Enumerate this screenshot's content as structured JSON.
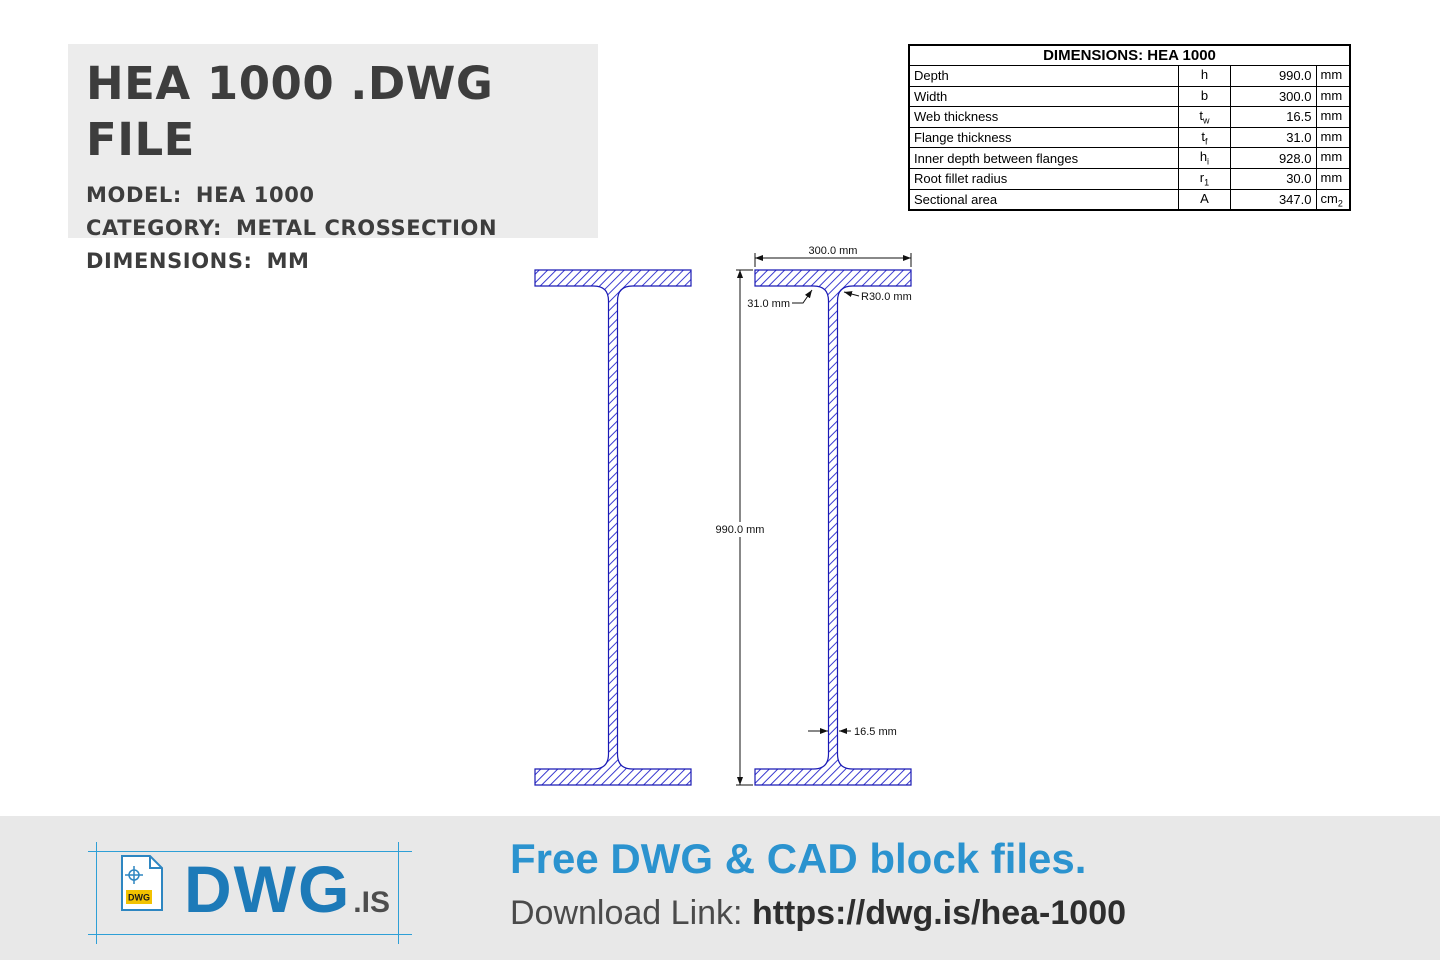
{
  "header": {
    "title": "HEA 1000 .DWG FILE",
    "model_label": "MODEL:",
    "model_value": "HEA 1000",
    "category_label": "CATEGORY:",
    "category_value": "METAL CROSSECTION",
    "dimensions_label": "DIMENSIONS:",
    "dimensions_value": "MM"
  },
  "spec_table": {
    "title": "DIMENSIONS: HEA 1000",
    "rows": [
      {
        "name": "Depth",
        "symbol": "h",
        "sub": "",
        "value": "990.0",
        "unit": "mm",
        "unit_sub": ""
      },
      {
        "name": "Width",
        "symbol": "b",
        "sub": "",
        "value": "300.0",
        "unit": "mm",
        "unit_sub": ""
      },
      {
        "name": "Web thickness",
        "symbol": "t",
        "sub": "w",
        "value": "16.5",
        "unit": "mm",
        "unit_sub": ""
      },
      {
        "name": "Flange thickness",
        "symbol": "t",
        "sub": "f",
        "value": "31.0",
        "unit": "mm",
        "unit_sub": ""
      },
      {
        "name": "Inner depth between flanges",
        "symbol": "h",
        "sub": "i",
        "value": "928.0",
        "unit": "mm",
        "unit_sub": ""
      },
      {
        "name": "Root fillet radius",
        "symbol": "r",
        "sub": "1",
        "value": "30.0",
        "unit": "mm",
        "unit_sub": ""
      },
      {
        "name": "Sectional area",
        "symbol": "A",
        "sub": "",
        "value": "347.0",
        "unit": "cm",
        "unit_sub": "2"
      }
    ]
  },
  "drawing": {
    "dim_width": "300.0 mm",
    "dim_flange_thickness": "31.0 mm",
    "dim_root_radius": "R30.0 mm",
    "dim_depth": "990.0 mm",
    "dim_web_thickness": "16.5 mm",
    "hatch_color": "#3b3bd0",
    "outline_color": "#1a1ab4"
  },
  "footer": {
    "logo_text": "DWG",
    "logo_suffix": ".IS",
    "logo_badge": "DWG",
    "headline": "Free DWG & CAD block files.",
    "download_label": "Download Link:",
    "download_url": "https://dwg.is/hea-1000",
    "accent_color": "#2b93cf"
  }
}
